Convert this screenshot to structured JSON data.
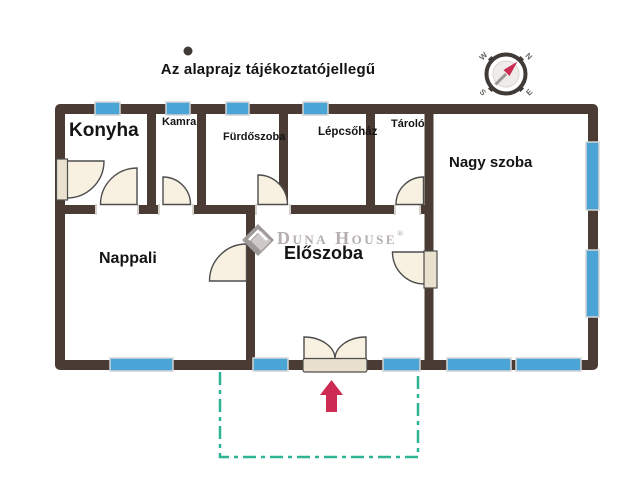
{
  "title": "Az alaprajz tájékoztatójellegű",
  "rooms": {
    "konyha": {
      "label": "Konyha"
    },
    "kamra": {
      "label": "Kamra"
    },
    "furdoszoba": {
      "label": "Fürdőszoba"
    },
    "lepcsohaz": {
      "label": "Lépcsőház"
    },
    "tarolo": {
      "label": "Tároló"
    },
    "nagyszoba": {
      "label": "Nagy szoba"
    },
    "nappali": {
      "label": "Nappali"
    },
    "eloszoba": {
      "label": "Előszoba"
    }
  },
  "watermark": {
    "brand": "Duna House",
    "registered": "®"
  },
  "compass": {
    "n": "N",
    "e": "E",
    "s": "S",
    "w": "W"
  },
  "colors": {
    "wall": "#4a3c34",
    "window": "#4aa5d6",
    "window-edge": "#d5d5d5",
    "door-fill": "#f8f1e2",
    "door-stroke": "#4d4d4d",
    "slab": "#e9e0cd",
    "teal": "#2fb493",
    "arrow": "#cd2b52",
    "watermark": "#b6aeae",
    "text": "#141414",
    "compass-ring": "#413b37"
  }
}
